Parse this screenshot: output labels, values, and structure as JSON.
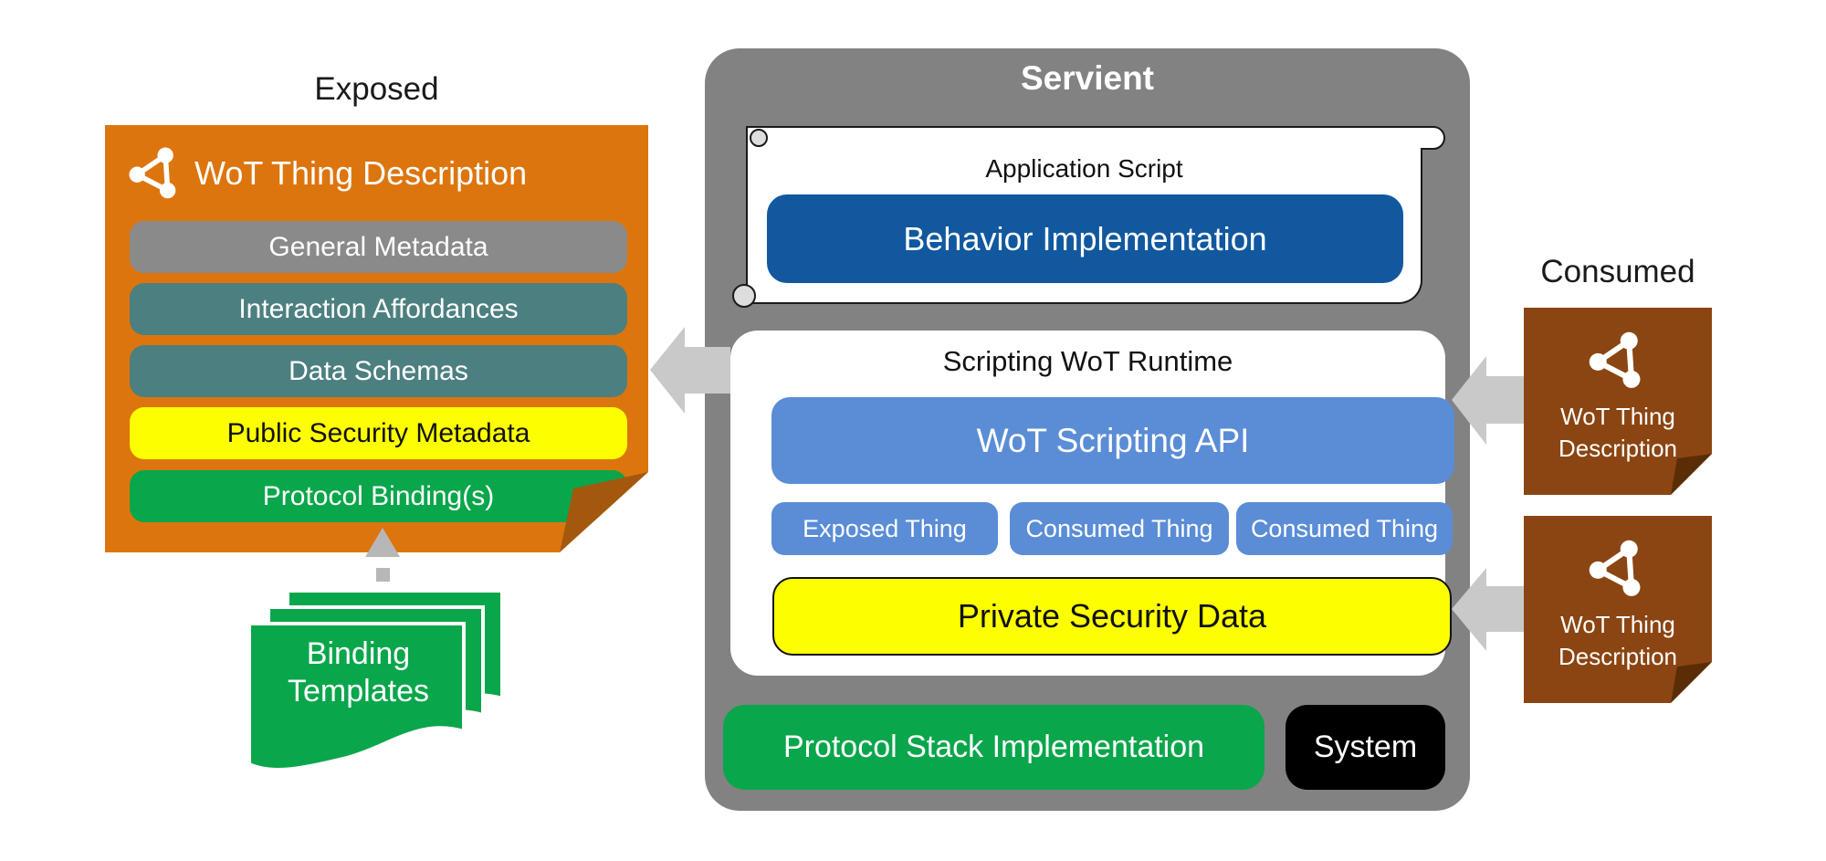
{
  "colors": {
    "orange": "#DD750E",
    "orange_fold": "#A4580D",
    "gray_bar": "#8A8A8A",
    "teal_bar": "#4C7F80",
    "yellow": "#FDFF00",
    "green": "#0AA64B",
    "brown": "#8B4512",
    "brown_fold": "#5A2D07",
    "servient_gray": "#828282",
    "dark_blue": "#11589F",
    "light_blue": "#5A8DD6",
    "black": "#000000",
    "arrow_gray": "#C9C9C9",
    "dashed_arrow_gray": "#B7B7B7",
    "white": "#FFFFFF"
  },
  "icons": {
    "wot_logo": "triangle-with-node-circles",
    "fold": "page-folded-corner",
    "scroll": "paper-scroll-with-curls",
    "arrow": "block-arrow-left",
    "dashed_arrow": "dashed-arrow-up"
  },
  "exposed": {
    "label": "Exposed",
    "title": "WoT Thing Description",
    "bars": [
      {
        "label": "General Metadata",
        "color": "#8A8A8A",
        "text_color": "#FFFFFF"
      },
      {
        "label": "Interaction Affordances",
        "color": "#4C7F80",
        "text_color": "#FFFFFF"
      },
      {
        "label": "Data Schemas",
        "color": "#4C7F80",
        "text_color": "#FFFFFF"
      },
      {
        "label": "Public Security Metadata",
        "color": "#FDFF00",
        "text_color": "#111111"
      },
      {
        "label": "Protocol Binding(s)",
        "color": "#0AA64B",
        "text_color": "#FFFFFF"
      }
    ]
  },
  "binding_templates": {
    "line1": "Binding",
    "line2": "Templates"
  },
  "servient": {
    "title": "Servient",
    "application_script": {
      "label": "Application Script",
      "behavior": "Behavior Implementation"
    },
    "runtime": {
      "title": "Scripting WoT Runtime",
      "api": "WoT Scripting API",
      "things": [
        {
          "label": "Exposed Thing"
        },
        {
          "label": "Consumed Thing"
        },
        {
          "label": "Consumed Thing"
        }
      ],
      "private_security": "Private Security Data"
    },
    "bottom": {
      "protocol_stack": "Protocol Stack Implementation",
      "system": "System"
    }
  },
  "consumed": {
    "label": "Consumed",
    "cards": [
      {
        "line1": "WoT Thing",
        "line2": "Description"
      },
      {
        "line1": "WoT Thing",
        "line2": "Description"
      }
    ]
  }
}
